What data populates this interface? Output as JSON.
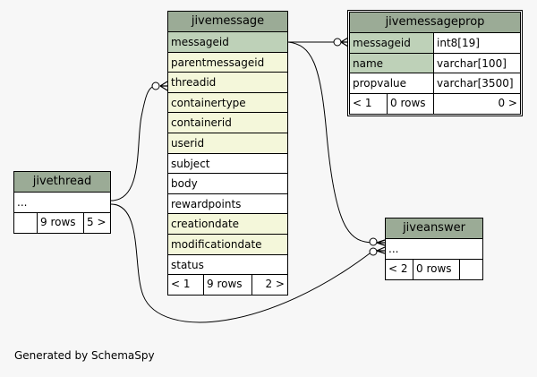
{
  "caption": "Generated by SchemaSpy",
  "tables": {
    "jivemessage": {
      "name": "jivemessage",
      "columns": [
        {
          "name": "messageid",
          "kind": "pk"
        },
        {
          "name": "parentmessageid",
          "kind": "fk"
        },
        {
          "name": "threadid",
          "kind": "fk"
        },
        {
          "name": "containertype",
          "kind": "fk"
        },
        {
          "name": "containerid",
          "kind": "fk"
        },
        {
          "name": "userid",
          "kind": "fk"
        },
        {
          "name": "subject",
          "kind": "plain"
        },
        {
          "name": "body",
          "kind": "plain"
        },
        {
          "name": "rewardpoints",
          "kind": "plain"
        },
        {
          "name": "creationdate",
          "kind": "fk"
        },
        {
          "name": "modificationdate",
          "kind": "fk"
        },
        {
          "name": "status",
          "kind": "plain"
        }
      ],
      "footer": {
        "parents": "< 1",
        "rows": "9 rows",
        "children": "2 >"
      }
    },
    "jivemessageprop": {
      "name": "jivemessageprop",
      "columns": [
        {
          "name": "messageid",
          "type": "int8[19]",
          "kind": "pk"
        },
        {
          "name": "name",
          "type": "varchar[100]",
          "kind": "pk"
        },
        {
          "name": "propvalue",
          "type": "varchar[3500]",
          "kind": "plain"
        }
      ],
      "footer": {
        "parents": "< 1",
        "rows": "0 rows",
        "children": "0 >"
      }
    },
    "jivethread": {
      "name": "jivethread",
      "columns": [
        {
          "name": "...",
          "kind": "plain"
        }
      ],
      "footer": {
        "parents": "",
        "rows": "9 rows",
        "children": "5 >"
      }
    },
    "jiveanswer": {
      "name": "jiveanswer",
      "columns": [
        {
          "name": "...",
          "kind": "plain"
        }
      ],
      "footer": {
        "parents": "< 2",
        "rows": "0 rows",
        "children": ""
      }
    }
  },
  "colors": {
    "title": "#9bab96",
    "primary_key": "#bed1b8",
    "foreign_key": "#f4f7da",
    "background": "#f7f7f7"
  }
}
